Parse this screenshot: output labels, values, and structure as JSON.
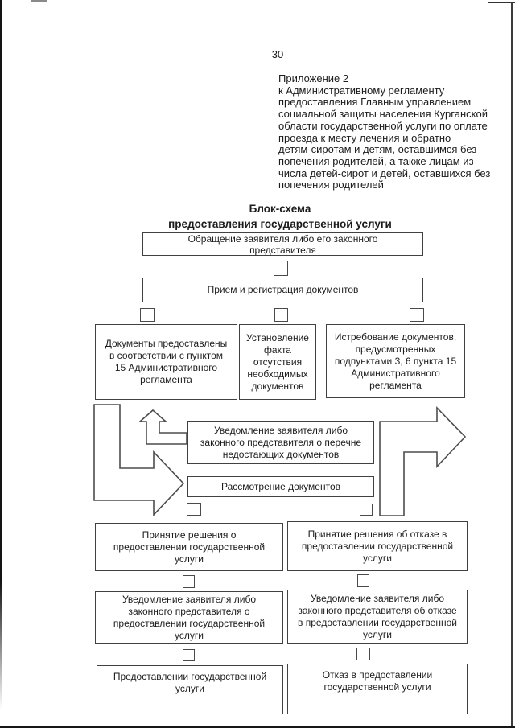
{
  "page": {
    "number": "30",
    "appendix": "Приложение 2\nк Административному регламенту\nпредоставления Главным управлением\nсоциальной защиты населения Курганской\nобласти государственной услуги по оплате\nпроезда к месту лечения и обратно\nдетям-сиротам и детям, оставшимся без\nпопечения родителей, а также лицам из\nчисла детей-сирот и детей, оставшихся без\nпопечения родителей",
    "title": "Блок-схема\nпредоставления государственной услуги"
  },
  "flowchart": {
    "nodes": {
      "appeal": "Обращение заявителя либо его законного\nпредставителя",
      "reception": "Прием и регистрация документов",
      "docs_provided": "Документы предоставлены\nв соответствии с пунктом\n15 Административного\nрегламента",
      "fact_absence": "Установление\nфакта\nотсутствия\nнеобходимых\nдокументов",
      "request_docs": "Истребование документов,\nпредусмотренных\nподпунктами 3, 6 пункта 15\nАдминистративного\nрегламента",
      "notify_missing": "Уведомление заявителя либо\nзаконного представителя о перечне\nнедостающих документов",
      "review": "Рассмотрение документов",
      "decision_grant": "Принятие решения о\nпредоставлении государственной\nуслуги",
      "decision_refuse": "Принятие решения об отказе в\nпредоставлении государственной\nуслуги",
      "notify_grant": "Уведомление заявителя либо\nзаконного представителя о\nпредоставлении государственной\nуслуги",
      "notify_refuse": "Уведомление заявителя либо\nзаконного представителя об отказе\nв предоставлении государственной\nуслуги",
      "service_granted": "Предоставлении государственной\nуслуги",
      "service_refused": "Отказ в предоставлении\nгосударственной услуги"
    },
    "icons": [
      "down-right-flow-arrow",
      "up-return-arrow",
      "right-exit-arrow",
      "connector-square"
    ],
    "colors": {
      "ink": "#1c1c1c",
      "box_border": "#414141",
      "scan_edge": "#161616"
    }
  }
}
